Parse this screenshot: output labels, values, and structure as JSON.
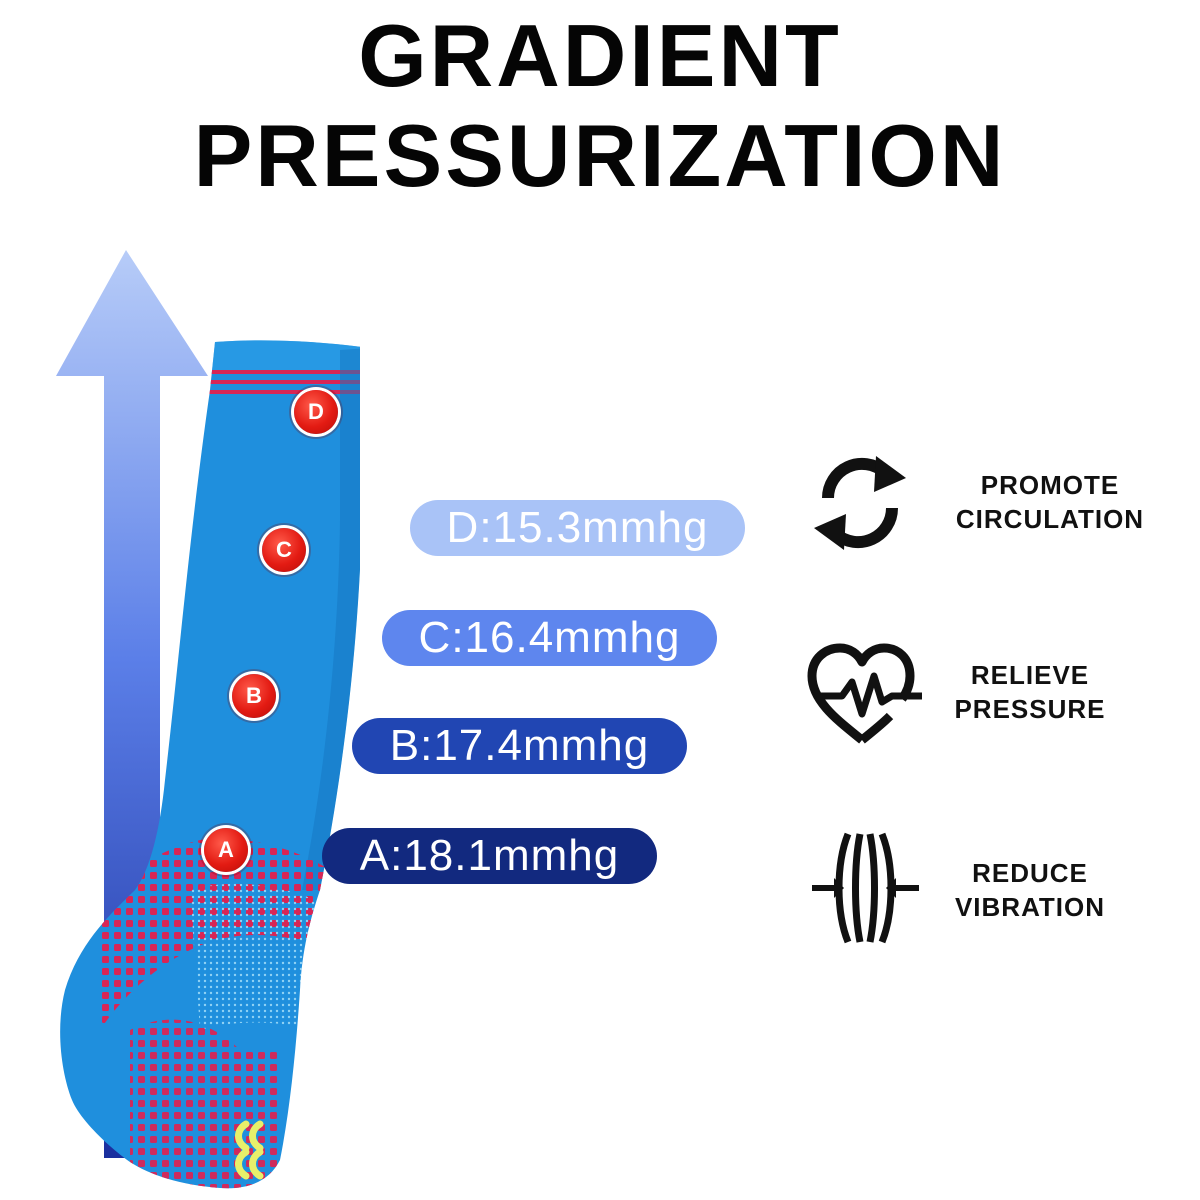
{
  "heading": {
    "line1": "GRADIENT",
    "line2": "PRESSURIZATION"
  },
  "markers": {
    "d": "D",
    "c": "C",
    "b": "B",
    "a": "A"
  },
  "pressure_labels": [
    {
      "text": "D:15.3mmhg",
      "color": "#a9c3f7"
    },
    {
      "text": "C:16.4mmhg",
      "color": "#5e86ee"
    },
    {
      "text": "B:17.4mmhg",
      "color": "#2146b3"
    },
    {
      "text": "A:18.1mmhg",
      "color": "#12297f"
    }
  ],
  "features": [
    {
      "line1": "PROMOTE",
      "line2": "CIRCULATION",
      "icon": "circulation-arrows-icon"
    },
    {
      "line1": "RELIEVE",
      "line2": "PRESSURE",
      "icon": "heartbeat-icon"
    },
    {
      "line1": "REDUCE",
      "line2": "VIBRATION",
      "icon": "compression-icon"
    }
  ],
  "colors": {
    "sock_blue": "#1f8fdd",
    "stripe_red": "#d72656",
    "marker_red": "#e31b13",
    "arrow_top": "#a8c0f5",
    "arrow_bottom": "#1a2f9e",
    "accent_yellow": "#e8f06a"
  }
}
